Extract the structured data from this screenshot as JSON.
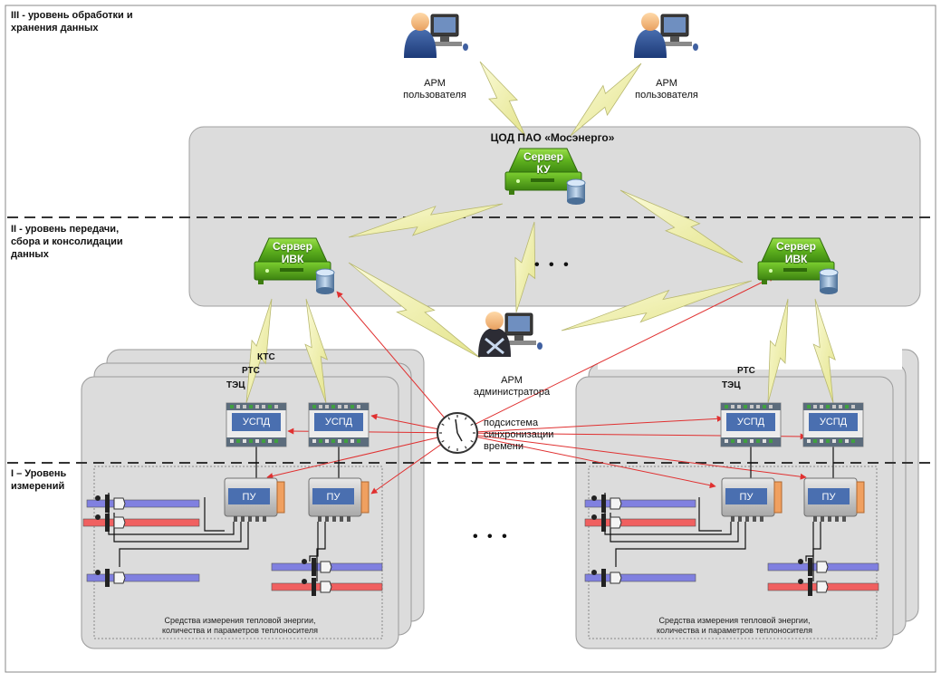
{
  "levels": {
    "level3": "III - уровень обработки и\nхранения данных",
    "level2": "II - уровень передачи,\nсбора и консолидации\nданных",
    "level1": "I – Уровень\nизмерений"
  },
  "datacenter": {
    "title": "ЦОД ПАО «Мосэнерго»"
  },
  "servers": {
    "ku": "Сервер\nКУ",
    "ivk_left": "Сервер\nИВК",
    "ivk_right": "Сервер\nИВК"
  },
  "workstations": {
    "user1": "АРМ\nпользователя",
    "user2": "АРМ\nпользователя",
    "admin": "АРМ\nадминистратора"
  },
  "sync": {
    "label": "подсистема\nсинхронизации\nвремени"
  },
  "stack_labels": {
    "kts": "КТС",
    "rts": "РТС",
    "tec": "ТЭЦ"
  },
  "devices": {
    "uspd": "УСПД",
    "pu": "ПУ"
  },
  "ellipsis": "• • •",
  "footer": "Средства измерения тепловой энергии,\nколичества и параметров теплоносителя",
  "colors": {
    "server_green": "#6ab42a",
    "lightning": "#f0f0a0",
    "sync_arrow": "#e03030",
    "pipe_blue": "#8080e0",
    "pipe_red": "#f06060",
    "cloud_grey": "#dcdcdc"
  },
  "icons": [
    "user-workstation-icon",
    "admin-workstation-icon",
    "server-icon",
    "database-icon",
    "clock-icon",
    "controller-icon",
    "meter-icon",
    "valve-icon"
  ]
}
